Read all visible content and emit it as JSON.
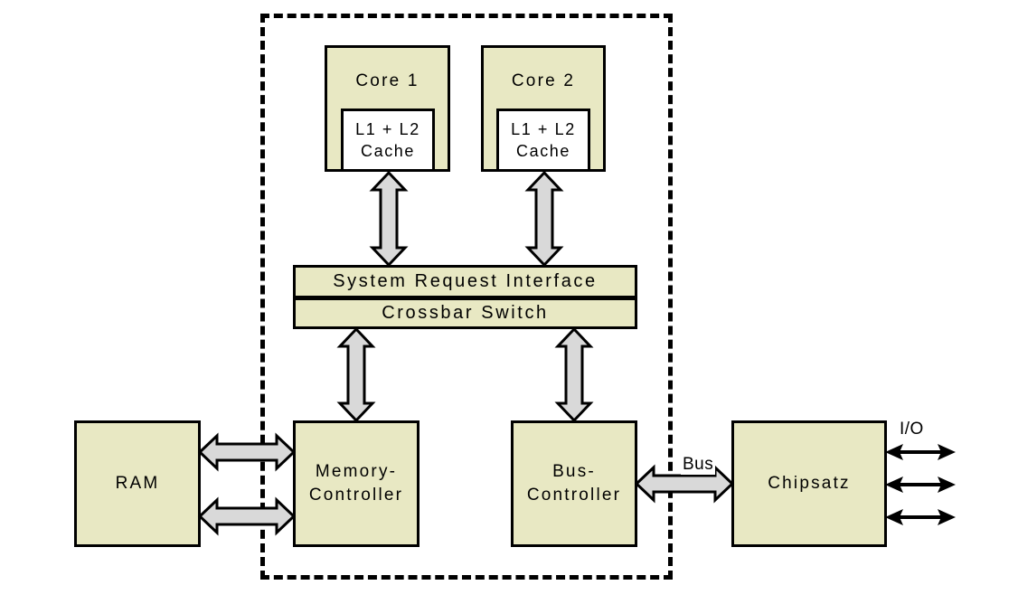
{
  "diagram": {
    "title_absent": true,
    "cpu_boundary": {
      "name": "CPU die boundary (dashed)"
    },
    "blocks": {
      "core1": {
        "label": "Core 1"
      },
      "core2": {
        "label": "Core 2"
      },
      "cache1": {
        "line1": "L1 + L2",
        "line2": "Cache"
      },
      "cache2": {
        "line1": "L1 + L2",
        "line2": "Cache"
      },
      "sri": {
        "label": "System Request Interface"
      },
      "crossbar": {
        "label": "Crossbar Switch"
      },
      "ram": {
        "label": "RAM"
      },
      "memory_controller": {
        "line1": "Memory-",
        "line2": "Controller"
      },
      "bus_controller": {
        "line1": "Bus-",
        "line2": "Controller"
      },
      "chipset": {
        "label": "Chipsatz"
      }
    },
    "connection_labels": {
      "bus": "Bus",
      "io": "I/O"
    },
    "colors": {
      "block_fill": "#e8e8c3",
      "cache_fill": "#ffffff",
      "outline": "#000000",
      "arrow_fill": "#d9d9d9",
      "background": "#ffffff"
    }
  }
}
